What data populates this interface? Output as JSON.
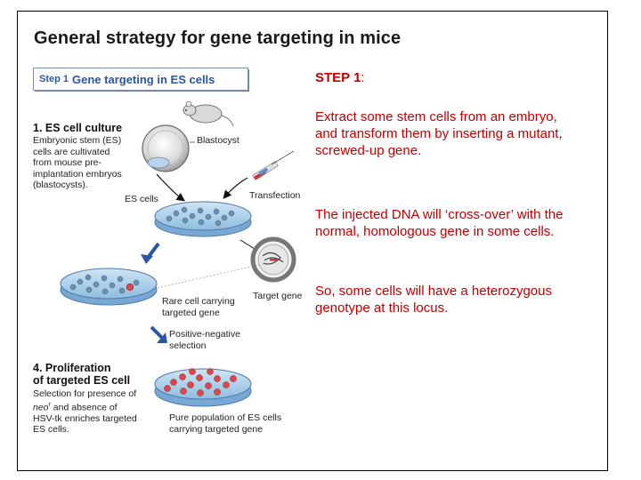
{
  "title": "General strategy for gene targeting in mice",
  "step_box": {
    "step_num": "Step 1",
    "step_title": "Gene targeting in ES cells"
  },
  "left": {
    "es_culture_head": "1.  ES cell culture",
    "es_culture_desc": [
      "Embryonic stem (ES)",
      "cells are cultivated",
      "from mouse pre-",
      "implantation embryos",
      "(blastocysts)."
    ],
    "blastocyst": "Blastocyst",
    "es_cells": "ES cells",
    "transfection": "Transfection",
    "rare_cell": [
      "Rare cell carrying",
      "targeted gene"
    ],
    "target_gene": "Target gene",
    "selection": [
      "Positive-negative",
      "selection"
    ],
    "prolif_head": [
      "4.  Proliferation",
      "of targeted ES cell"
    ],
    "prolif_desc_1": "Selection for presence of",
    "prolif_neo": "neo",
    "prolif_neo_sup": "r",
    "prolif_desc_2": " and absence of",
    "prolif_hsv": "HSV-tk",
    "prolif_desc_3": " enriches targeted",
    "prolif_desc_4": "ES cells.",
    "pure_population": [
      "Pure population of ES cells",
      "carrying targeted gene"
    ]
  },
  "right": {
    "step_label": "STEP 1",
    "step_colon": ":",
    "p1": "Extract some stem cells from an embryo, and transform them by inserting a mutant, screwed-up gene.",
    "p2": "The injected DNA will ‘cross-over’ with the normal, homologous gene in some cells.",
    "p3": "So, some cells will have a heterozygous genotype at this locus."
  },
  "colors": {
    "accent_blue": "#2a57a4",
    "text_red": "#c00000",
    "dish_blue": "#9cc4e4",
    "targeted_cell": "#e0454a"
  }
}
